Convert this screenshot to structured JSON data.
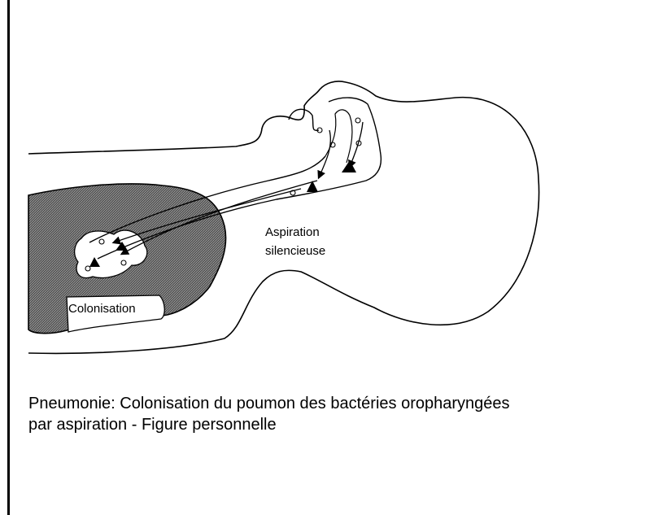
{
  "figure": {
    "label_aspiration_line1": "Aspiration",
    "label_aspiration_line2": "silencieuse",
    "label_colonisation": "Colonisation"
  },
  "caption": {
    "line1": "Pneumonie: Colonisation du poumon des bactéries oropharyngées",
    "line2": "par aspiration - Figure personnelle"
  },
  "icons": [
    "bacteria-icon",
    "triangle-icon",
    "arrow-icon"
  ]
}
